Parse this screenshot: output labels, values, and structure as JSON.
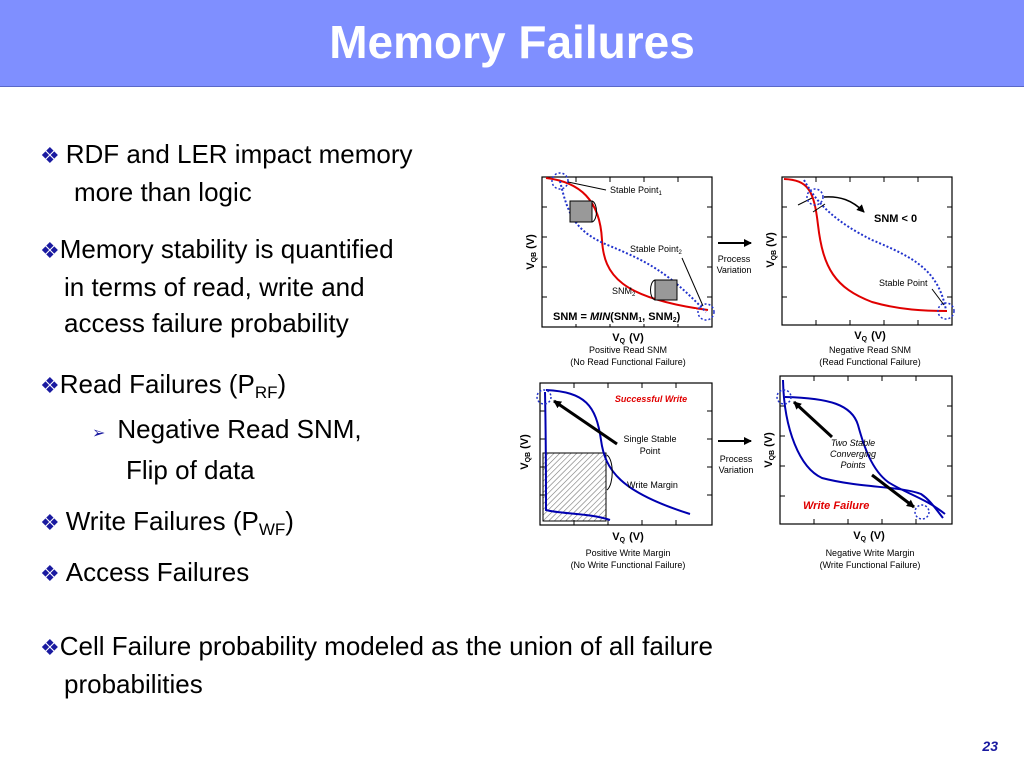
{
  "slide": {
    "title": "Memory Failures",
    "page_number": "23",
    "bullets": {
      "b1": {
        "line1": "RDF and LER impact memory",
        "line2": "more than logic"
      },
      "b2": {
        "line1": "Memory stability is quantified",
        "line2": "in terms of read, write and",
        "line3": "access failure probability"
      },
      "b3": {
        "text": "Read Failures (P",
        "sub": "RF",
        "tail": ")"
      },
      "b3a": {
        "line1": "Negative Read SNM,",
        "line2": "Flip of data"
      },
      "b4": {
        "text": "Write Failures (P",
        "sub": "WF",
        "tail": ")"
      },
      "b5": {
        "text": "Access Failures"
      },
      "b6": {
        "line1": "Cell Failure probability modeled as the union of all failure",
        "line2": "probabilities"
      }
    }
  },
  "figure": {
    "process_variation": {
      "line1": "Process",
      "line2": "Variation"
    },
    "y_axis": {
      "main": "V",
      "sub": "QB",
      "unit": "(V)"
    },
    "x_axis": {
      "main": "V",
      "sub": "Q",
      "unit": "(V)"
    },
    "pos_read": {
      "stable1": "Stable Point",
      "stable1_sub": "1",
      "stable2": "Stable Point",
      "stable2_sub": "2",
      "snm2": "SNM",
      "snm2_sub": "2",
      "formula": {
        "a": "SNM = ",
        "min": "MIN",
        "b": "(SNM",
        "s1": "1",
        "c": ", SNM",
        "s2": "2",
        "d": ")"
      },
      "caption1": "Positive Read SNM",
      "caption2": "(No Read Functional Failure)"
    },
    "neg_read": {
      "snm_lt_0": "SNM < 0",
      "stable": "Stable Point",
      "caption1": "Negative Read SNM",
      "caption2": "(Read Functional Failure)"
    },
    "pos_write": {
      "successful": "Successful  Write",
      "single1": "Single Stable",
      "single2": "Point",
      "margin": "Write Margin",
      "caption1": "Positive Write Margin",
      "caption2": "(No Write Functional Failure)"
    },
    "neg_write": {
      "two1": "Two Stable",
      "two2": "Converging",
      "two3": "Points",
      "failure": "Write Failure",
      "caption1": "Negative Write Margin",
      "caption2": "(Write Functional Failure)"
    }
  }
}
